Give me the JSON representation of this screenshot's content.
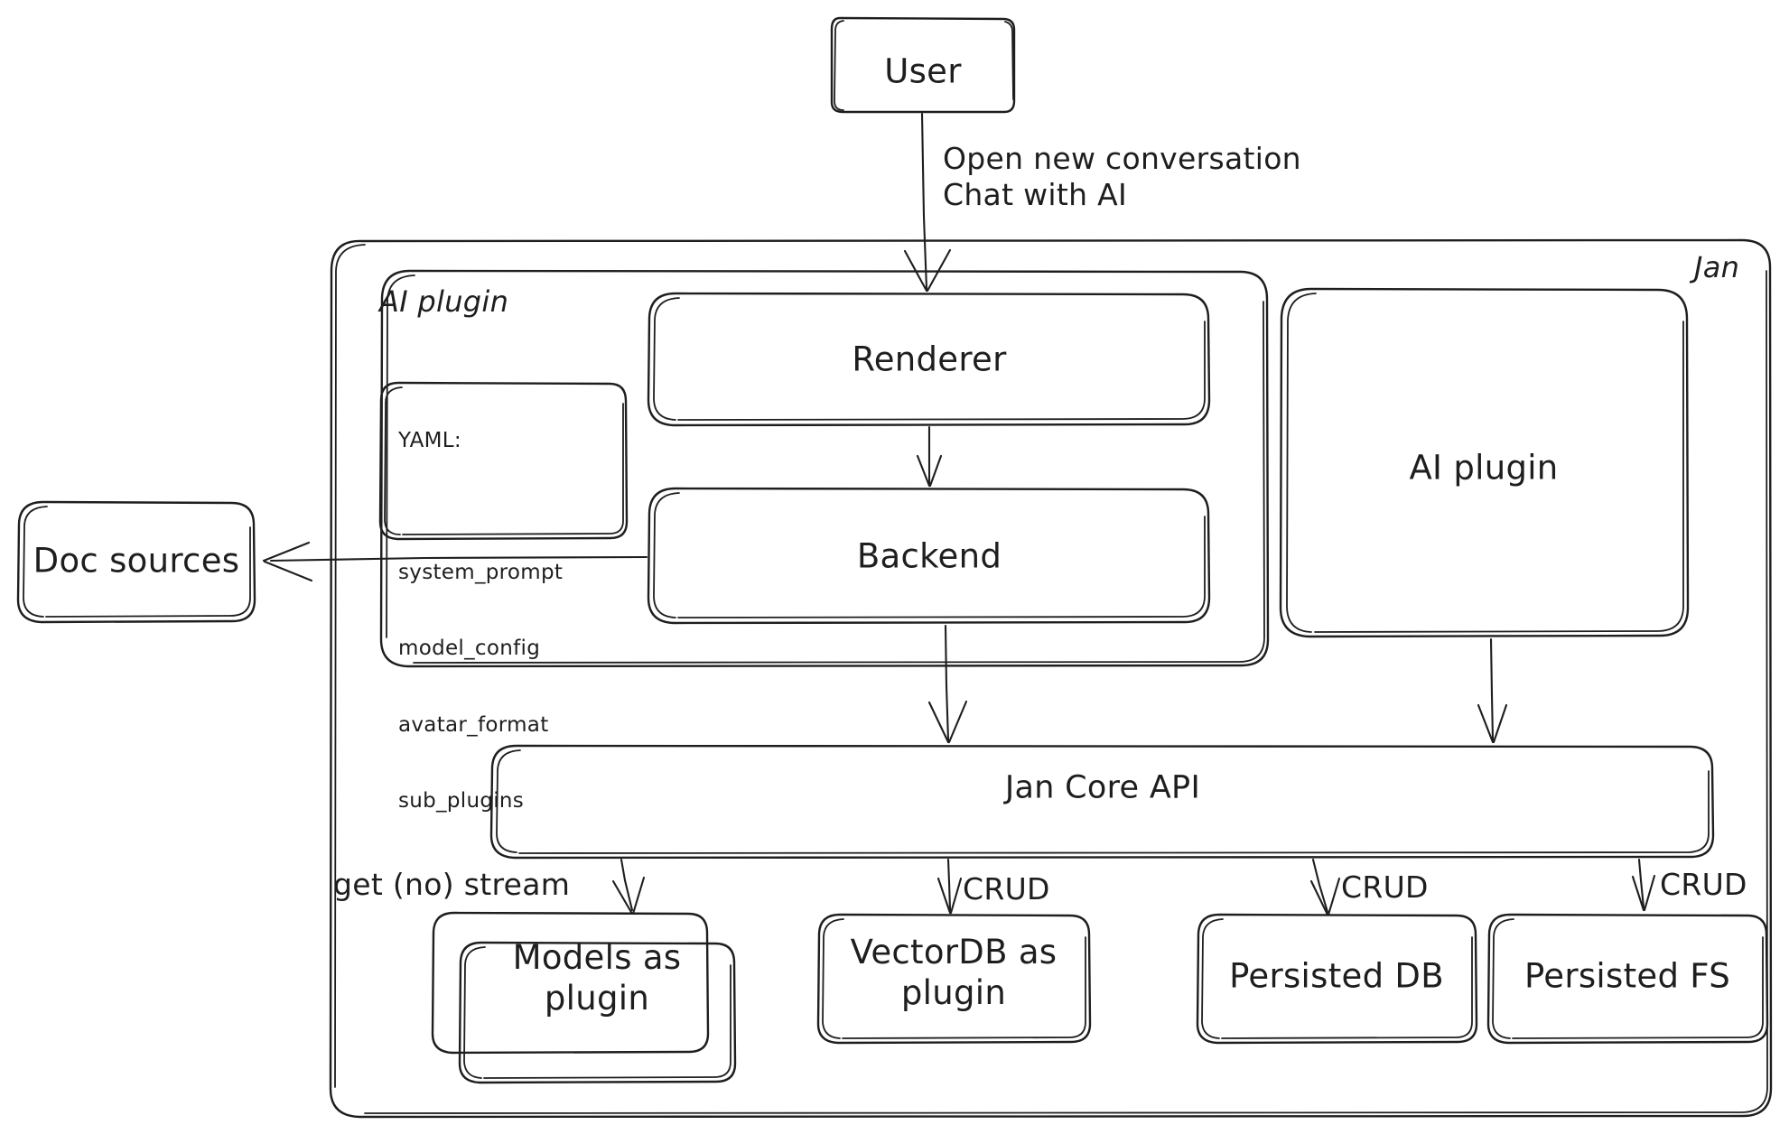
{
  "diagram": {
    "title": "Jan architecture sketch",
    "style": "hand-drawn",
    "stroke_color": "#1e1e1e",
    "background": "#ffffff"
  },
  "nodes": {
    "user": {
      "label": "User"
    },
    "jan_container": {
      "label": "Jan"
    },
    "ai_plugin_group": {
      "label": "AI plugin"
    },
    "yaml_card": {
      "lines": [
        "YAML:",
        "system_prompt",
        "model_config",
        "avatar_format",
        "sub_plugins"
      ]
    },
    "renderer": {
      "label": "Renderer"
    },
    "backend": {
      "label": "Backend"
    },
    "doc_sources": {
      "label": "Doc sources"
    },
    "ai_plugin_box": {
      "label": "AI plugin"
    },
    "jan_core_api": {
      "label": "Jan Core API"
    },
    "models_as_plugin": {
      "label": "Models as\nplugin"
    },
    "vectordb_as_plugin": {
      "label": "VectorDB as\nplugin"
    },
    "persisted_db": {
      "label": "Persisted DB"
    },
    "persisted_fs": {
      "label": "Persisted FS"
    }
  },
  "edges": {
    "user_to_renderer": {
      "label": "Open new conversation\nChat with AI"
    },
    "renderer_to_backend": {
      "label": ""
    },
    "backend_to_doc_sources": {
      "label": ""
    },
    "backend_to_core": {
      "label": ""
    },
    "ai_plugin_to_core": {
      "label": ""
    },
    "core_to_models": {
      "label": "get (no) stream"
    },
    "core_to_vectordb": {
      "label": "CRUD"
    },
    "core_to_persisted_db": {
      "label": "CRUD"
    },
    "core_to_persisted_fs": {
      "label": "CRUD"
    }
  }
}
